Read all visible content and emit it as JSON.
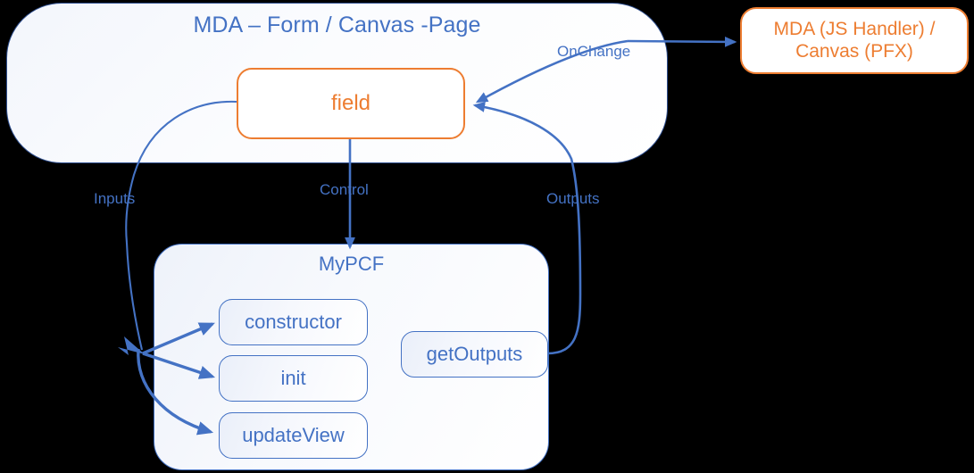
{
  "diagram": {
    "title": "PCF control lifecycle data flow",
    "background_color": "#000000",
    "accent_blue": "#4472c4",
    "accent_orange": "#ed7d31",
    "container_border_blue": "#2f4f8f",
    "host": {
      "label": "MDA – Form / Canvas -Page"
    },
    "handler": {
      "line1": "MDA (JS Handler) /",
      "line2": "Canvas (PFX)"
    },
    "field": {
      "label": "field"
    },
    "pcf": {
      "label": "MyPCF",
      "methods": [
        {
          "label": "constructor"
        },
        {
          "label": "init"
        },
        {
          "label": "updateView"
        }
      ],
      "outputs_method": {
        "label": "getOutputs"
      }
    },
    "edges": [
      {
        "name": "inputs",
        "label": "Inputs"
      },
      {
        "name": "control",
        "label": "Control"
      },
      {
        "name": "outputs",
        "label": "Outputs"
      },
      {
        "name": "onchange",
        "label": "OnChange"
      }
    ]
  }
}
